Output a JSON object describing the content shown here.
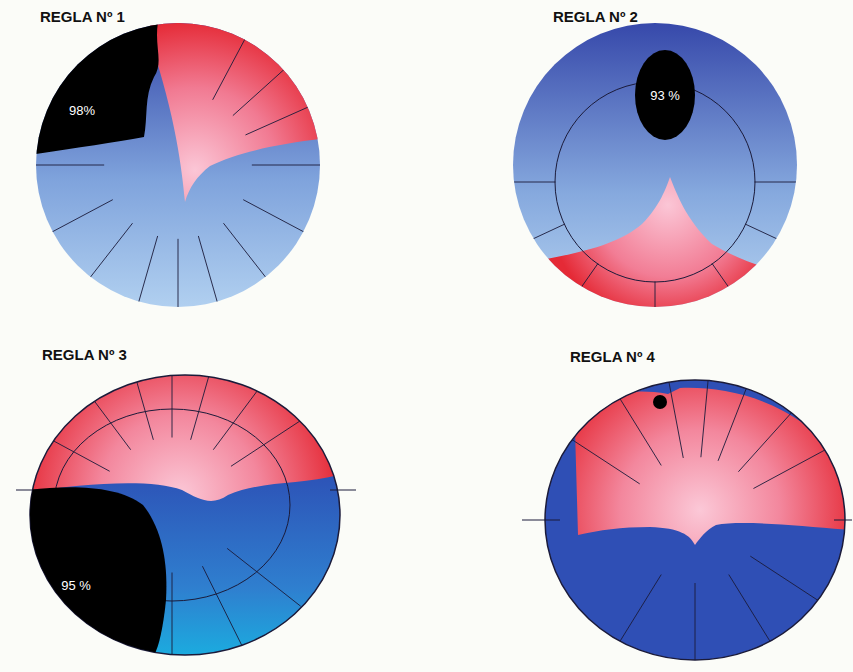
{
  "diagram": {
    "nodes": [
      {
        "text": [
          "REGLA Nº 1"
        ]
      },
      {
        "text": [
          "98%"
        ],
        "in": 0
      },
      {
        "text": [
          "REGLA Nº 2"
        ]
      },
      {
        "text": [
          "93 %"
        ],
        "in": 2
      },
      {
        "text": [
          "REGLA Nº 3"
        ]
      },
      {
        "text": [
          "95 %"
        ],
        "in": 4
      },
      {
        "text": [
          "REGLA Nº 4"
        ]
      }
    ]
  }
}
